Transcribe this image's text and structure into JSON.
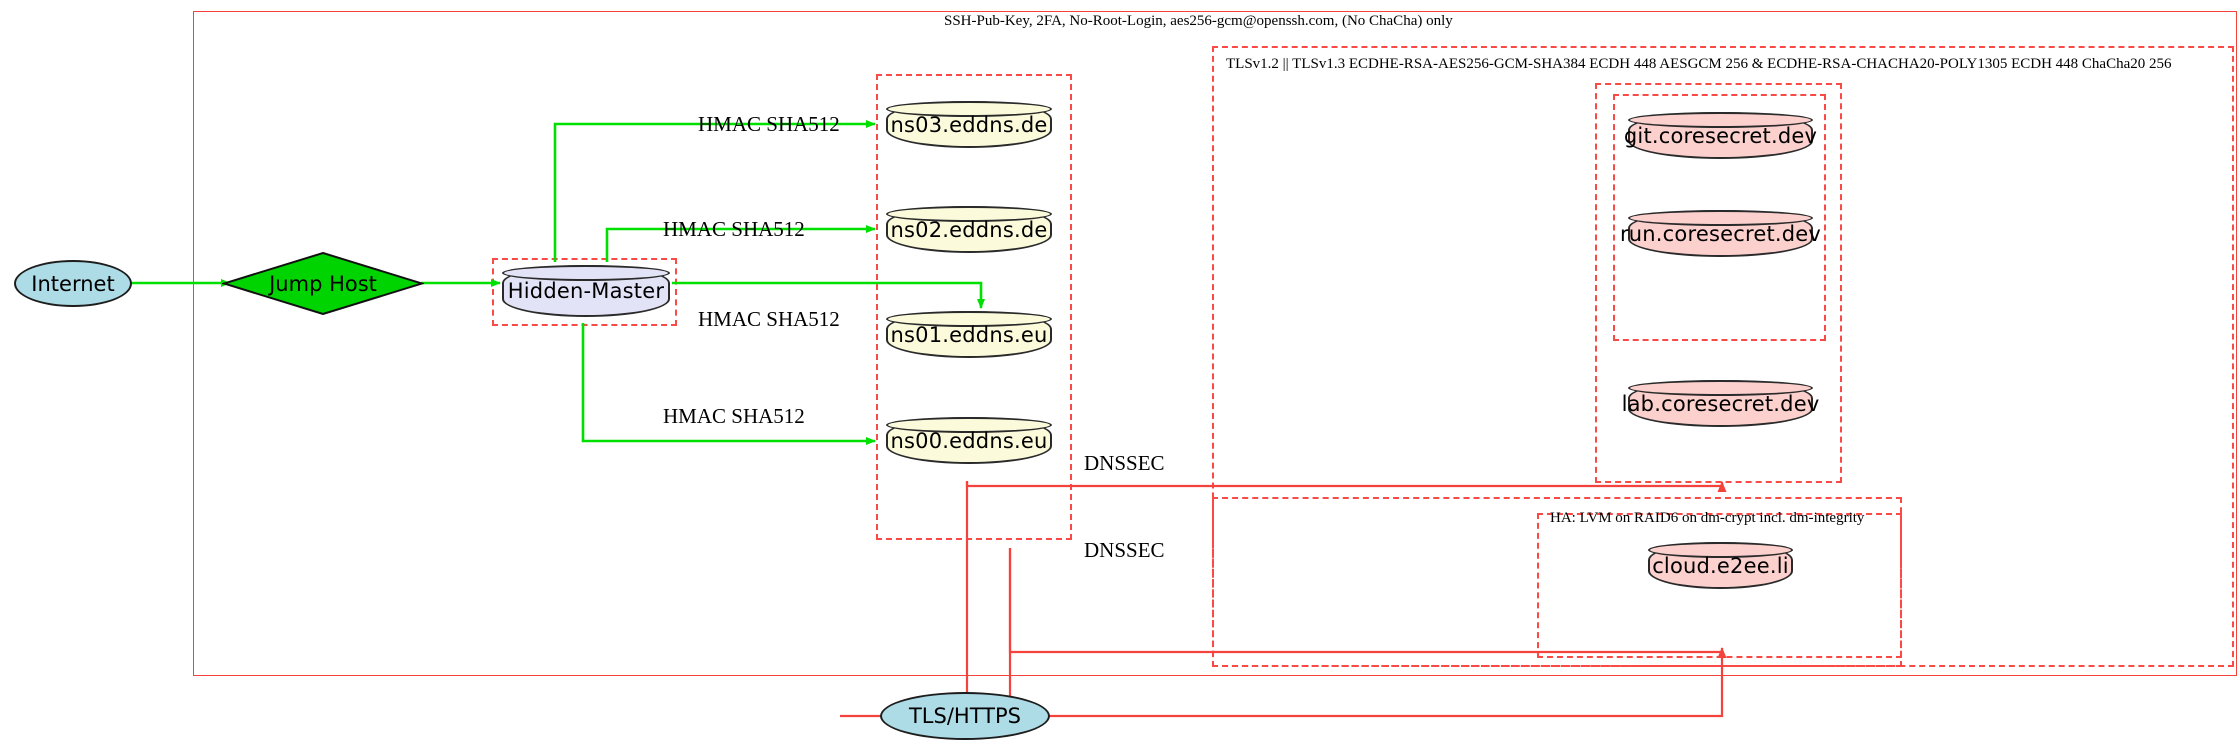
{
  "diagram": {
    "title_top": "SSH-Pub-Key, 2FA, No-Root-Login, aes256-gcm@openssh.com, (No ChaCha) only",
    "title_tls": "TLSv1.2 || TLSv1.3 ECDHE-RSA-AES256-GCM-SHA384 ECDH 448 AESGCM 256 & ECDHE-RSA-CHACHA20-POLY1305 ECDH 448 ChaCha20 256",
    "title_ha": "HA: LVM on RAID6 on dm-crypt incl. dm-integrity"
  },
  "colors": {
    "edge_green": "#00e000",
    "edge_red": "#f4423c",
    "cluster_red": "#fa4a46",
    "node_dns_fill": "#fbfbdc",
    "node_master_fill": "#e3e3f7",
    "node_service_fill": "#fbd0cd",
    "node_cloud_fill": "#addbe6",
    "node_jump_fill": "#00d400",
    "node_stroke": "#2a2a2a"
  },
  "nodes": {
    "internet": "Internet",
    "jump_host": "Jump Host",
    "hidden_master": "Hidden-Master",
    "ns03": "ns03.eddns.de",
    "ns02": "ns02.eddns.de",
    "ns01": "ns01.eddns.eu",
    "ns00": "ns00.eddns.eu",
    "git": "git.coresecret.dev",
    "run": "run.coresecret.dev",
    "lab": "lab.coresecret.dev",
    "cloud": "cloud.e2ee.li",
    "tls_https": "TLS/HTTPS"
  },
  "edge_labels": {
    "hmac_ns03": "HMAC SHA512",
    "hmac_ns02": "HMAC SHA512",
    "hmac_ns01": "HMAC SHA512",
    "hmac_ns00": "HMAC SHA512",
    "dnssec_upper": "DNSSEC",
    "dnssec_lower": "DNSSEC"
  }
}
